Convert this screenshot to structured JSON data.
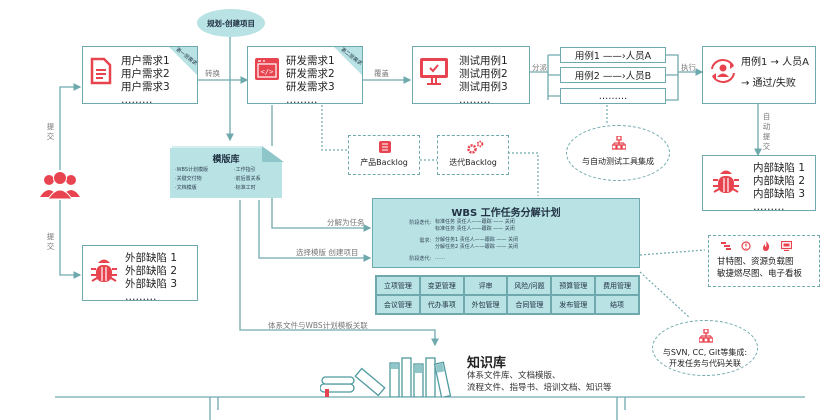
{
  "top_ellipse": "规划-创建项目",
  "user_req": {
    "badge": "第一层需求",
    "items": [
      "用户需求1",
      "用户需求2",
      "用户需求3",
      "………"
    ]
  },
  "dev_req": {
    "badge": "第二层需求",
    "items": [
      "研发需求1",
      "研发需求2",
      "研发需求3",
      "………"
    ]
  },
  "test_cases": {
    "items": [
      "测试用例1",
      "测试用例2",
      "测试用例3",
      "………"
    ]
  },
  "assign": {
    "cases": [
      "用例1 ——›人员A",
      "用例2 ——›人员B",
      "………"
    ]
  },
  "execute": {
    "line1": "用例1 → 人员A",
    "line2": "→ 通过/失败"
  },
  "edge_labels": {
    "convert": "转换",
    "cover": "覆盖",
    "dispatch": "分派",
    "execute": "执行",
    "submit_top": "提交",
    "submit_bottom": "提交",
    "auto_submit": "自动提交",
    "decompose": "分解为任务",
    "select_template": "选择模版 创建项目",
    "link_kb": "体系文件与WBS计划模板关联"
  },
  "external_defects": {
    "items": [
      "外部缺陷 1",
      "外部缺陷 2",
      "外部缺陷 3",
      "………"
    ]
  },
  "internal_defects": {
    "items": [
      "内部缺陷 1",
      "内部缺陷 2",
      "内部缺陷 3",
      "………"
    ]
  },
  "template_lib": {
    "title": "模版库",
    "left": [
      "·WBS计划模版",
      "·关键交付物",
      "·文档模版"
    ],
    "right": [
      "·工作指引",
      "·前后置关系",
      "·标准工时"
    ]
  },
  "backlog": {
    "product": "产品Backlog",
    "iteration": "迭代Backlog"
  },
  "auto_test": "与自动测试工具集成",
  "wbs": {
    "title": "WBS 工作任务分解计划",
    "rows": [
      {
        "label": "阶段迭代:",
        "lines": [
          "标准任务  责任人——跟踪 —— 关闭",
          "标准任务  责任人——跟踪 —— 关闭"
        ]
      },
      {
        "label": "需求:",
        "lines": [
          "分解任务1  责任人——跟踪 —— 关闭",
          "分解任务2  责任人——跟踪 —— 关闭"
        ]
      },
      {
        "label": "阶段迭代:",
        "lines": [
          "……"
        ]
      }
    ]
  },
  "mgmt_grid": [
    "立项管理",
    "变更管理",
    "评审",
    "风险/问题",
    "预算管理",
    "费用管理",
    "会议管理",
    "代办事项",
    "外包管理",
    "合同管理",
    "发布管理",
    "结项"
  ],
  "charts_box": {
    "line1": "甘特图、资源负载图",
    "line2": "敏捷燃尽图、电子看板"
  },
  "scm": {
    "line1": "与SVN, CC, Git等集成:",
    "line2": "开发任务与代码关联"
  },
  "knowledge": {
    "title": "知识库",
    "line1": "体系文件库、文档模版、",
    "line2": "流程文件、指导书、培训文档、知识等"
  },
  "colors": {
    "accent_red": "#e8444f",
    "teal_line": "#6fa9ad",
    "teal_fill": "#b8e2e4"
  }
}
